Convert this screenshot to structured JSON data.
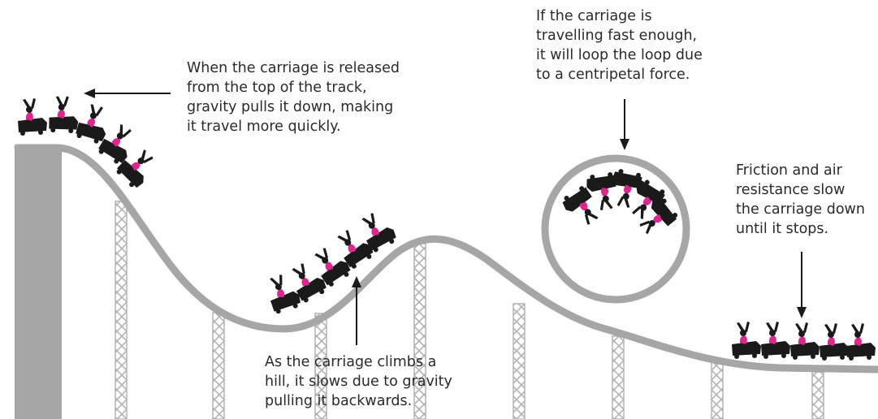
{
  "captions": {
    "release": {
      "lines": [
        "When the carriage is released",
        "from the top of the track,",
        "gravity pulls it down, making",
        "it travel more quickly."
      ]
    },
    "loop": {
      "lines": [
        "If the carriage is",
        "travelling fast enough,",
        "it will loop the loop due",
        "to a centripetal force."
      ]
    },
    "hill": {
      "lines": [
        "As the carriage climbs a",
        "hill, it slows due to gravity",
        "pulling it backwards."
      ]
    },
    "friction": {
      "lines": [
        "Friction and air",
        "resistance slow",
        "the carriage down",
        "until it stops."
      ]
    }
  },
  "colors": {
    "track": "#a6a6a6",
    "support": "#b3b3b3",
    "carriage": "#1a1a1a",
    "rider_accent": "#e0268c",
    "text": "#2a2a2a",
    "arrow": "#1a1a1a"
  }
}
